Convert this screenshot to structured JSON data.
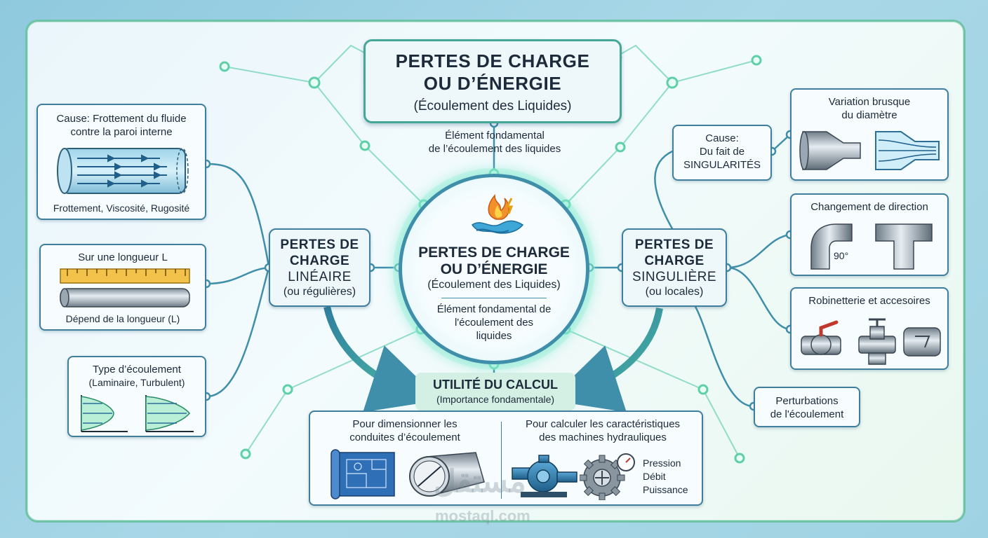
{
  "title": {
    "line1": "PERTES DE CHARGE",
    "line2": "OU D’ÉNERGIE",
    "subtitle": "(Écoulement des Liquides)"
  },
  "title_note": {
    "line1": "Élément fondamental",
    "line2": "de l’écoulement des liquides"
  },
  "center": {
    "line1": "PERTES DE CHARGE",
    "line2": "OU D’ÉNERGIE",
    "line3": "(Écoulement des Liquides)",
    "note1": "Élément fondamental de",
    "note2": "l'écoulement des",
    "note3": "liquides"
  },
  "left_mid": {
    "line1": "PERTES DE",
    "line2": "CHARGE",
    "line3": "LINÉAIRE",
    "line4": "(ou régulières)"
  },
  "right_mid": {
    "line1": "PERTES DE",
    "line2": "CHARGE",
    "line3": "SINGULIÈRE",
    "line4": "(ou locales)"
  },
  "left_boxes": {
    "friction": {
      "line1": "Cause: Frottement du fluide",
      "line2": "contre la paroi interne",
      "caption": "Frottement, Viscosité, Rugosité"
    },
    "length": {
      "title": "Sur une longueur L",
      "caption": "Dépend de la longueur (L)"
    },
    "flow_type": {
      "line1": "Type d’écoulement",
      "line2": "(Laminaire, Turbulent)"
    }
  },
  "right_boxes": {
    "cause": {
      "line1": "Cause:",
      "line2": "Du fait de",
      "line3": "SINGULARITÉS"
    },
    "diameter": {
      "line1": "Variation brusque",
      "line2": "du diamètre"
    },
    "direction": {
      "title": "Changement de direction",
      "angle": "90°"
    },
    "valves": {
      "title": "Robinetterie et accesoires"
    },
    "perturb": {
      "line1": "Perturbations",
      "line2": "de l'écoulement"
    }
  },
  "utility": {
    "title": "UTILITÉ DU CALCUL",
    "subtitle": "(Importance fondamentale)",
    "left": {
      "line1": "Pour dimensionner les",
      "line2": "conduites d’écoulement"
    },
    "right": {
      "line1": "Pour calculer les caractéristiques",
      "line2": "des machines hydrauliques"
    },
    "metrics": [
      "Pression",
      "Débit",
      "Puissance"
    ]
  },
  "watermark": {
    "logo": "مستقل",
    "url": "mostaql.com"
  },
  "colors": {
    "wire": "#3f8faa",
    "node": "#7ef0c4",
    "accent": "#47a796"
  }
}
